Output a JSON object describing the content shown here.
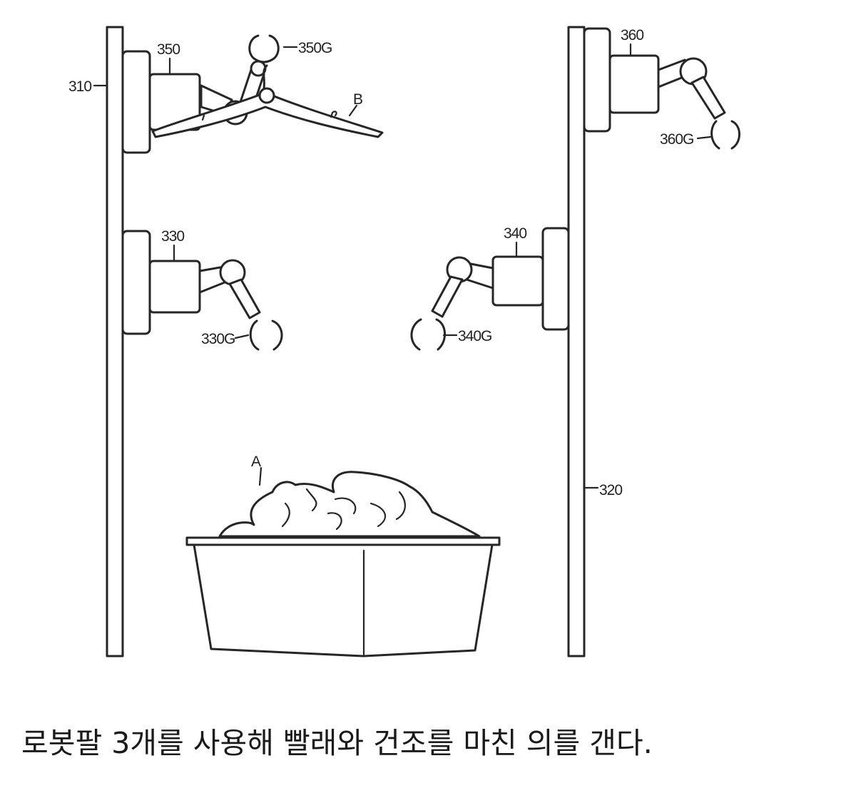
{
  "labels": {
    "wall_left": "310",
    "wall_right": "320",
    "arm_top_left": "350",
    "gripper_top_left": "350G",
    "hanger": "B",
    "arm_top_right": "360",
    "gripper_top_right": "360G",
    "arm_mid_left": "330",
    "gripper_mid_left": "330G",
    "arm_mid_right": "340",
    "gripper_mid_right": "340G",
    "laundry": "A"
  },
  "caption": "로봇팔 3개를 사용해 빨래와 건조를 마친 의를 갠다."
}
